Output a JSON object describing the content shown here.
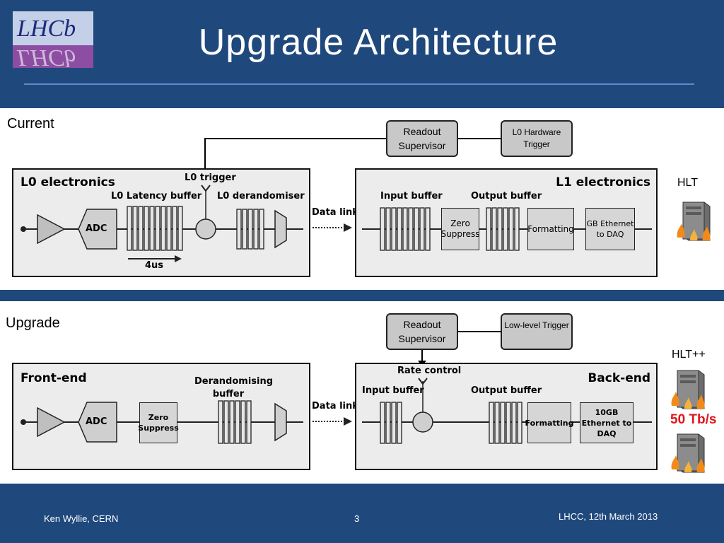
{
  "slide": {
    "title": "Upgrade Architecture",
    "logo_text": "LHCb",
    "page_number": "3",
    "footer_left": "Ken Wyllie, CERN",
    "footer_right": "LHCC, 12th March 2013"
  },
  "current": {
    "section_label": "Current",
    "readout_supervisor": "Readout Supervisor",
    "trigger_box": "L0 Hardware Trigger",
    "frontend_title": "L0 electronics",
    "l0_trigger": "L0 trigger",
    "latency_buffer": "L0 Latency buffer",
    "derandomiser": "L0 derandomiser",
    "adc": "ADC",
    "latency": "4us",
    "data_link": "Data link",
    "backend_title": "L1 electronics",
    "input_buffer": "Input buffer",
    "output_buffer": "Output buffer",
    "zero_suppress": "Zero Suppress",
    "formatting": "Formatting",
    "ethernet": "GB Ethernet to DAQ",
    "hlt": "HLT"
  },
  "upgrade": {
    "section_label": "Upgrade",
    "readout_supervisor": "Readout Supervisor",
    "trigger_box": "Low-level Trigger",
    "frontend_title": "Front-end",
    "adc": "ADC",
    "zero_suppress": "Zero Suppress",
    "derandomising": "Derandomising buffer",
    "data_link": "Data link",
    "rate_control": "Rate control",
    "backend_title": "Back-end",
    "input_buffer": "Input buffer",
    "output_buffer": "Output buffer",
    "formatting": "Formatting",
    "ethernet": "10GB Ethernet to DAQ",
    "hlt": "HLT++",
    "bandwidth": "50 Tb/s"
  },
  "colors": {
    "background_bar": "#1f497d",
    "bandwidth_text": "#e0141e",
    "panel_fill": "#ececec",
    "box_fill": "#d6d6d6"
  }
}
